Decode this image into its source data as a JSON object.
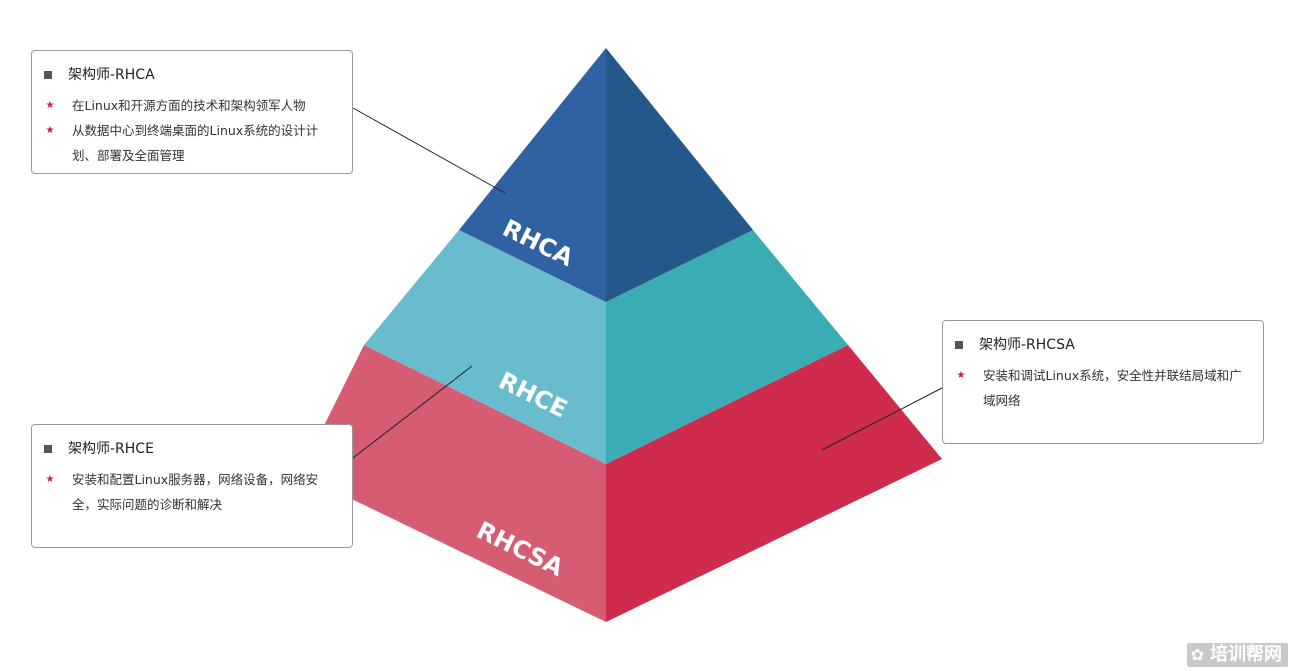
{
  "pyramid": {
    "tiers": [
      {
        "label": "RHCA",
        "left_color": "#3061a2",
        "right_color": "#24578a"
      },
      {
        "label": "RHCE",
        "left_color": "#68bcce",
        "right_color": "#3aadb4"
      },
      {
        "label": "RHCSA",
        "left_color": "#d65c74",
        "right_color": "#ce2b4d"
      }
    ]
  },
  "callouts": {
    "rhca": {
      "title": "架构师-RHCA",
      "items": [
        "在Linux和开源方面的技术和架构领军人物",
        "从数据中心到终端桌面的Linux系统的设计计划、部署及全面管理"
      ]
    },
    "rhce": {
      "title": "架构师-RHCE",
      "items": [
        "安装和配置Linux服务器，网络设备，网络安全，实际问题的诊断和解决"
      ]
    },
    "rhcsa": {
      "title": "架构师-RHCSA",
      "items": [
        "安装和调试Linux系统，安全性并联结局域和广域网络"
      ]
    }
  },
  "watermark": {
    "text": "培训帮网",
    "icon": "flower-icon"
  }
}
